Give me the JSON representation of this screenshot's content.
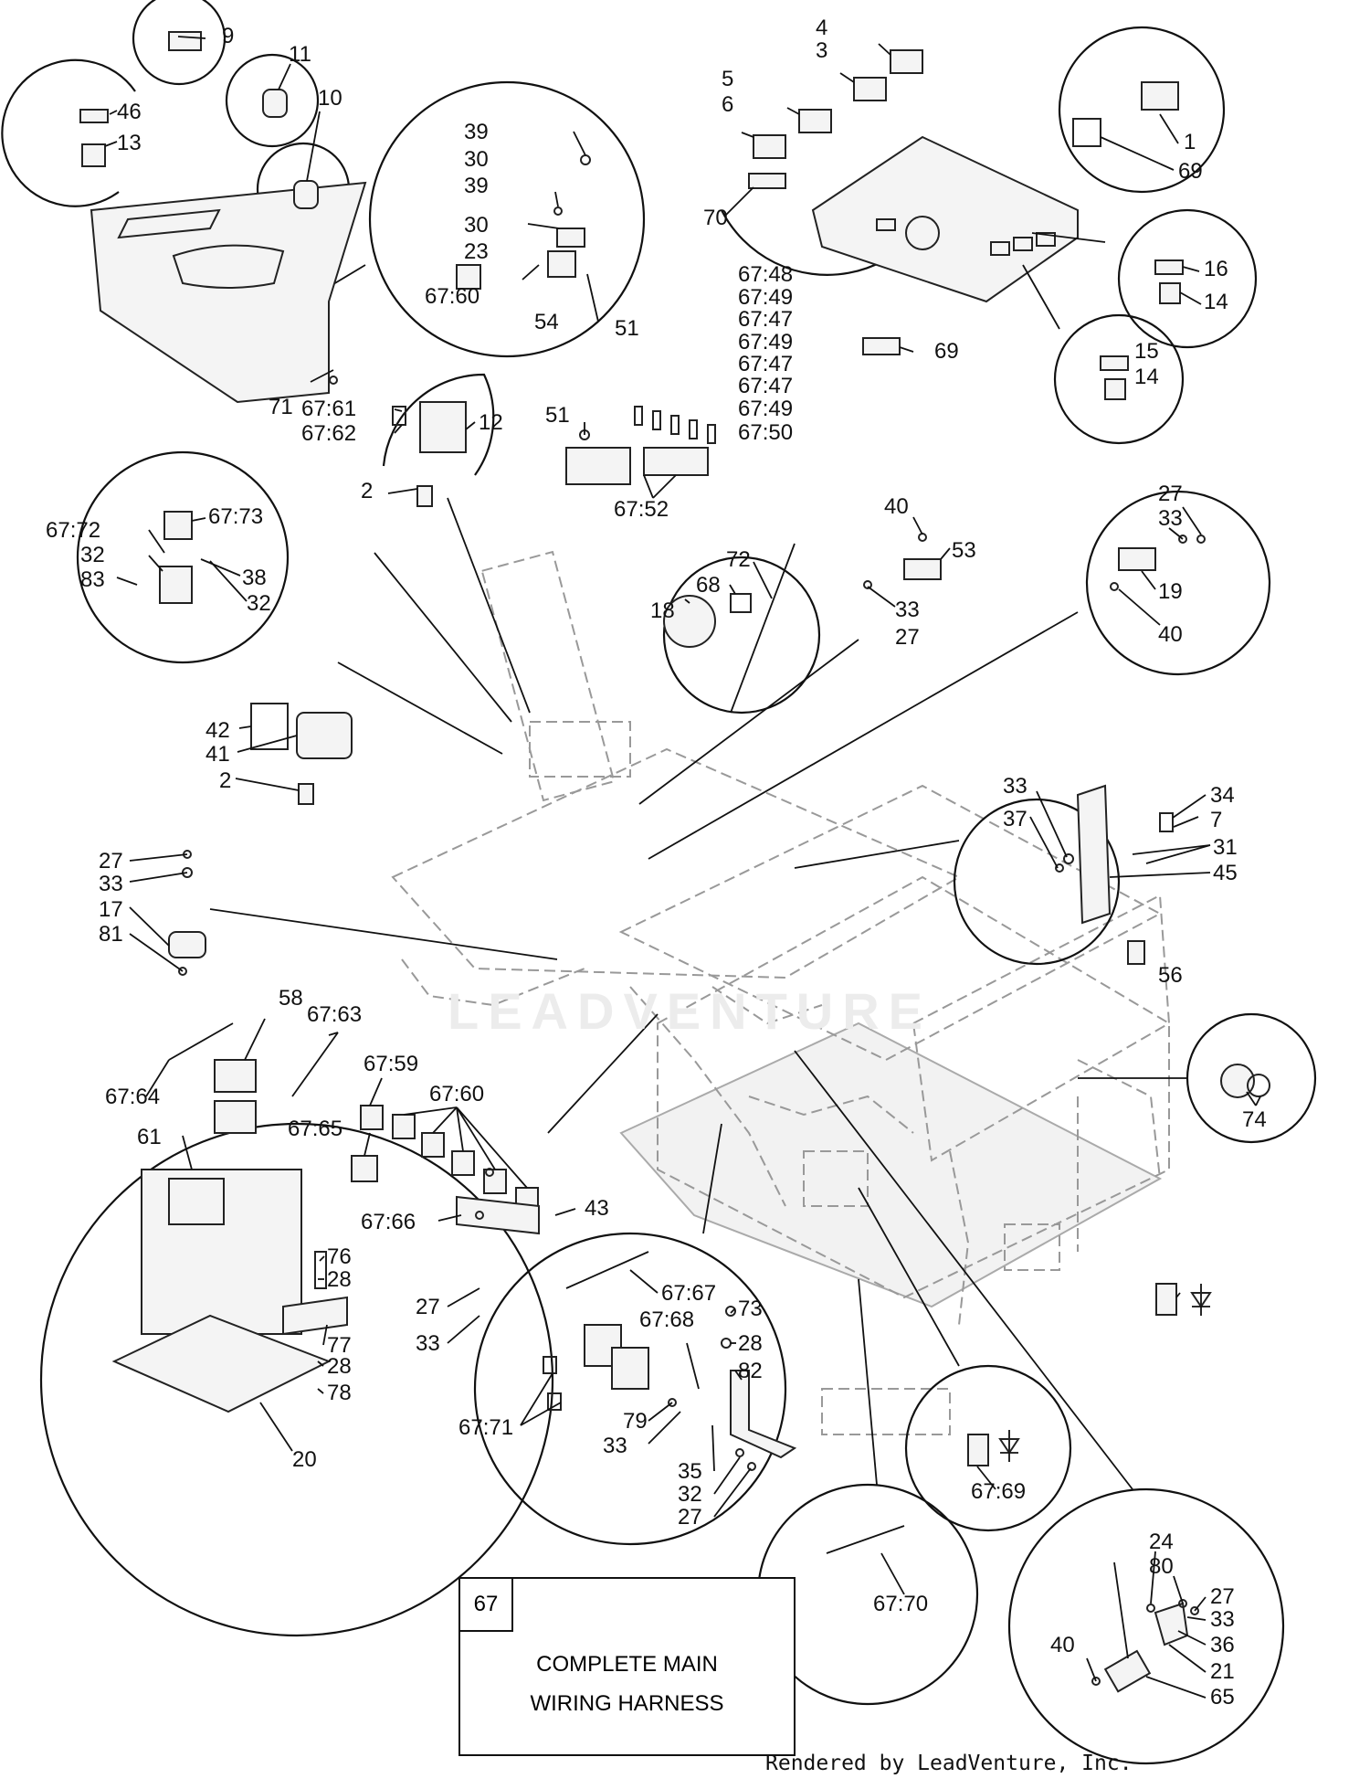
{
  "diagram": {
    "watermark": "LEADVENTURE",
    "legend": {
      "number": "67",
      "line1": "COMPLETE MAIN",
      "line2": "WIRING HARNESS"
    },
    "credit": "Rendered by LeadVenture, Inc.",
    "callouts": [
      {
        "id": "c9",
        "text": "9"
      },
      {
        "id": "c11",
        "text": "11"
      },
      {
        "id": "c10",
        "text": "10"
      },
      {
        "id": "c46",
        "text": "46"
      },
      {
        "id": "c13",
        "text": "13"
      },
      {
        "id": "c71",
        "text": "71"
      },
      {
        "id": "c39a",
        "text": "39"
      },
      {
        "id": "c30a",
        "text": "30"
      },
      {
        "id": "c39b",
        "text": "39"
      },
      {
        "id": "c30b",
        "text": "30"
      },
      {
        "id": "c23",
        "text": "23"
      },
      {
        "id": "c6760a",
        "text": "67:60"
      },
      {
        "id": "c54",
        "text": "54"
      },
      {
        "id": "c51a",
        "text": "51"
      },
      {
        "id": "c4",
        "text": "4"
      },
      {
        "id": "c3",
        "text": "3"
      },
      {
        "id": "c5",
        "text": "5"
      },
      {
        "id": "c6",
        "text": "6"
      },
      {
        "id": "c70",
        "text": "70"
      },
      {
        "id": "c1",
        "text": "1"
      },
      {
        "id": "c69a",
        "text": "69"
      },
      {
        "id": "c16",
        "text": "16"
      },
      {
        "id": "c14a",
        "text": "14"
      },
      {
        "id": "c15",
        "text": "15"
      },
      {
        "id": "c14b",
        "text": "14"
      },
      {
        "id": "c69b",
        "text": "69"
      },
      {
        "id": "c6748",
        "text": "67:48"
      },
      {
        "id": "c6749a",
        "text": "67:49"
      },
      {
        "id": "c6747a",
        "text": "67:47"
      },
      {
        "id": "c6749b",
        "text": "67:49"
      },
      {
        "id": "c6747b",
        "text": "67:47"
      },
      {
        "id": "c6747c",
        "text": "67:47"
      },
      {
        "id": "c6749c",
        "text": "67:49"
      },
      {
        "id": "c6750",
        "text": "67:50"
      },
      {
        "id": "c51b",
        "text": "51"
      },
      {
        "id": "c6752",
        "text": "67:52"
      },
      {
        "id": "c6761",
        "text": "67:61"
      },
      {
        "id": "c6762",
        "text": "67:62"
      },
      {
        "id": "c12",
        "text": "12"
      },
      {
        "id": "c2a",
        "text": "2"
      },
      {
        "id": "c6772",
        "text": "67:72"
      },
      {
        "id": "c6773",
        "text": "67:73"
      },
      {
        "id": "c32a",
        "text": "32"
      },
      {
        "id": "c83",
        "text": "83"
      },
      {
        "id": "c38",
        "text": "38"
      },
      {
        "id": "c32b",
        "text": "32"
      },
      {
        "id": "c72",
        "text": "72"
      },
      {
        "id": "c68",
        "text": "68"
      },
      {
        "id": "c18",
        "text": "18"
      },
      {
        "id": "c40a",
        "text": "40"
      },
      {
        "id": "c53",
        "text": "53"
      },
      {
        "id": "c33a",
        "text": "33"
      },
      {
        "id": "c27a",
        "text": "27"
      },
      {
        "id": "c27b",
        "text": "27"
      },
      {
        "id": "c33b",
        "text": "33"
      },
      {
        "id": "c19",
        "text": "19"
      },
      {
        "id": "c40b",
        "text": "40"
      },
      {
        "id": "c42",
        "text": "42"
      },
      {
        "id": "c41",
        "text": "41"
      },
      {
        "id": "c2b",
        "text": "2"
      },
      {
        "id": "c33c",
        "text": "33"
      },
      {
        "id": "c37",
        "text": "37"
      },
      {
        "id": "c34",
        "text": "34"
      },
      {
        "id": "c7",
        "text": "7"
      },
      {
        "id": "c31",
        "text": "31"
      },
      {
        "id": "c45",
        "text": "45"
      },
      {
        "id": "c56",
        "text": "56"
      },
      {
        "id": "c27c",
        "text": "27"
      },
      {
        "id": "c33d",
        "text": "33"
      },
      {
        "id": "c17",
        "text": "17"
      },
      {
        "id": "c81",
        "text": "81"
      },
      {
        "id": "c58",
        "text": "58"
      },
      {
        "id": "c6763",
        "text": "67:63"
      },
      {
        "id": "c6764",
        "text": "67:64"
      },
      {
        "id": "c61",
        "text": "61"
      },
      {
        "id": "c6759",
        "text": "67:59"
      },
      {
        "id": "c6760b",
        "text": "67:60"
      },
      {
        "id": "c6765",
        "text": "67:65"
      },
      {
        "id": "c6766",
        "text": "67:66"
      },
      {
        "id": "c43",
        "text": "43"
      },
      {
        "id": "c76",
        "text": "76"
      },
      {
        "id": "c28a",
        "text": "28"
      },
      {
        "id": "c27d",
        "text": "27"
      },
      {
        "id": "c33e",
        "text": "33"
      },
      {
        "id": "c77",
        "text": "77"
      },
      {
        "id": "c28b",
        "text": "28"
      },
      {
        "id": "c78",
        "text": "78"
      },
      {
        "id": "c20",
        "text": "20"
      },
      {
        "id": "c74",
        "text": "74"
      },
      {
        "id": "c6767",
        "text": "67:67"
      },
      {
        "id": "c73",
        "text": "73"
      },
      {
        "id": "c6768",
        "text": "67:68"
      },
      {
        "id": "c28c",
        "text": "28"
      },
      {
        "id": "c82",
        "text": "82"
      },
      {
        "id": "c6771",
        "text": "67:71"
      },
      {
        "id": "c79",
        "text": "79"
      },
      {
        "id": "c33f",
        "text": "33"
      },
      {
        "id": "c35",
        "text": "35"
      },
      {
        "id": "c32c",
        "text": "32"
      },
      {
        "id": "c27e",
        "text": "27"
      },
      {
        "id": "c6769",
        "text": "67:69"
      },
      {
        "id": "c6770",
        "text": "67:70"
      },
      {
        "id": "c24",
        "text": "24"
      },
      {
        "id": "c80",
        "text": "80"
      },
      {
        "id": "c27f",
        "text": "27"
      },
      {
        "id": "c40c",
        "text": "40"
      },
      {
        "id": "c33g",
        "text": "33"
      },
      {
        "id": "c36",
        "text": "36"
      },
      {
        "id": "c21",
        "text": "21"
      },
      {
        "id": "c65",
        "text": "65"
      }
    ]
  }
}
